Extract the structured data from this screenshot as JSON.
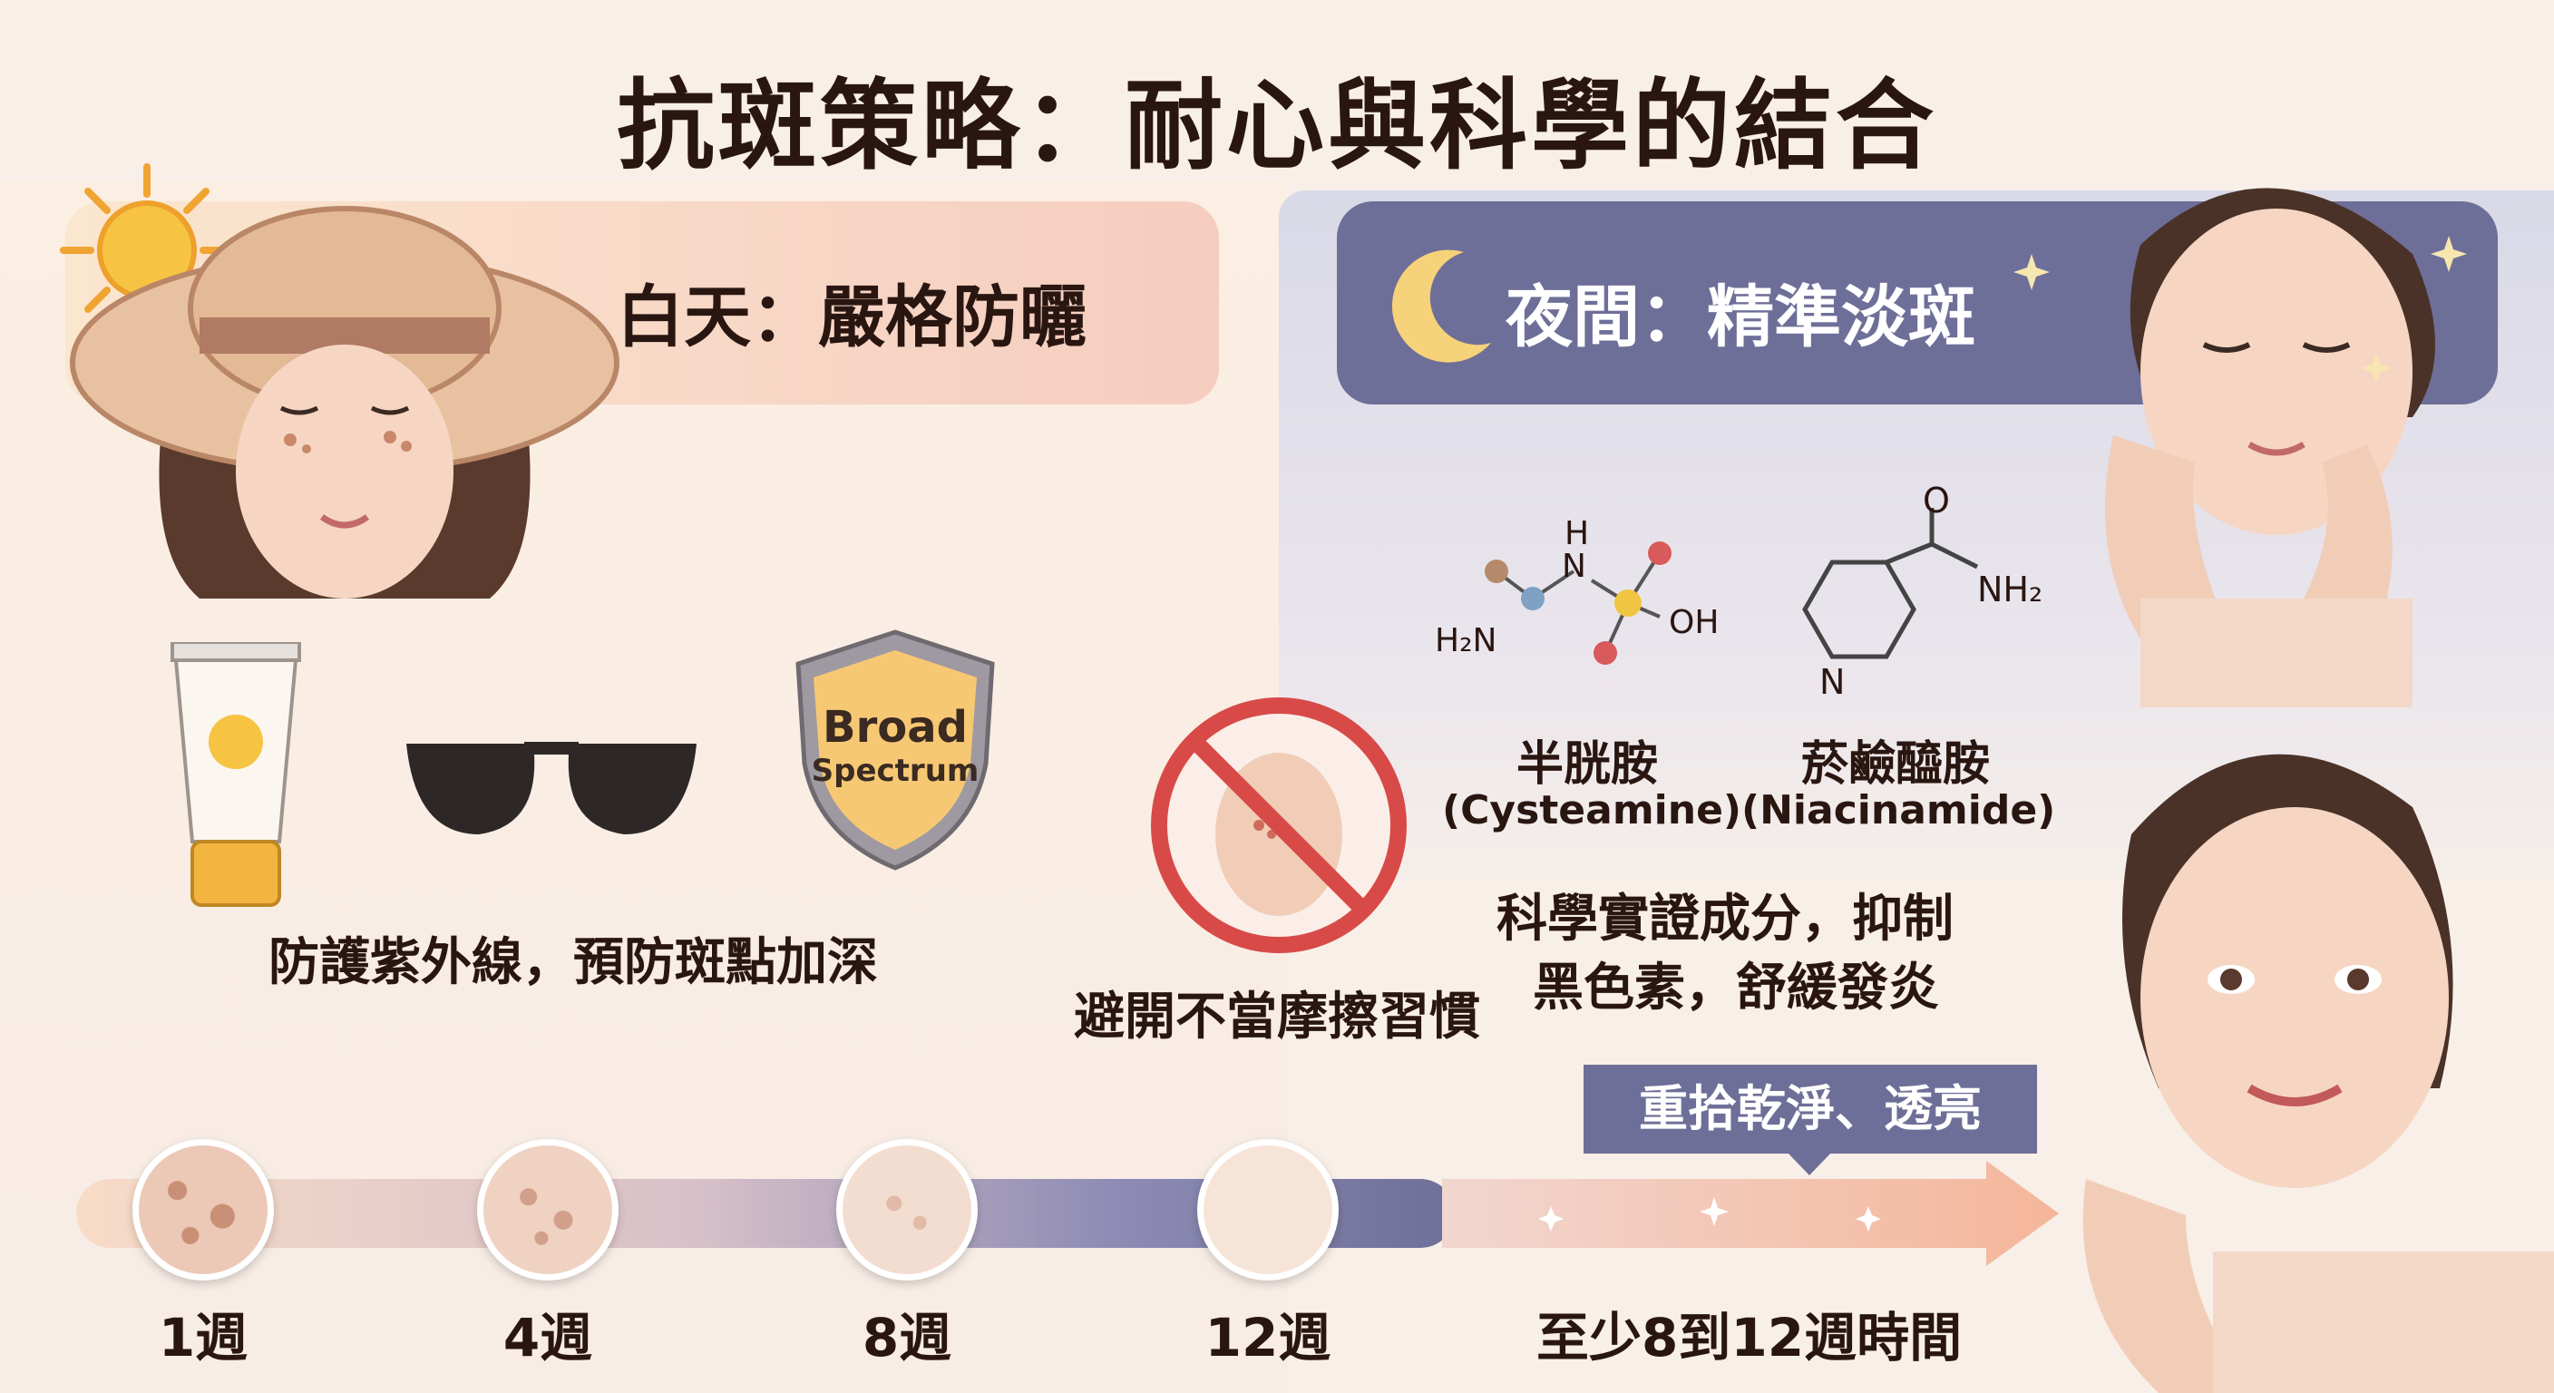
{
  "title": "抗斑策略：耐心與科學的結合",
  "day": {
    "heading": "白天：嚴格防曬",
    "shield_text_1": "Broad",
    "shield_text_2": "Spectrum",
    "caption": "防護紫外線，預防斑點加深"
  },
  "night": {
    "heading": "夜間：精準淡斑",
    "molecule_1": {
      "name": "半胱胺",
      "english": "(Cysteamine)",
      "atoms": {
        "h": "H",
        "n": "N",
        "nh": "H₂N",
        "oh": "OH"
      }
    },
    "molecule_2": {
      "name": "菸鹼醯胺",
      "english": "(Niacinamide)",
      "atoms": {
        "o": "O",
        "nh2": "NH₂",
        "n": "N"
      }
    },
    "caption_line_1": "科學實證成分，抑制",
    "caption_line_2": "黑色素，舒緩發炎"
  },
  "avoid": {
    "caption": "避開不當摩擦習慣"
  },
  "result": {
    "bubble": "重拾乾淨、透亮"
  },
  "timeline": {
    "weeks": [
      "1週",
      "4週",
      "8週",
      "12週"
    ],
    "summary": "至少8到12週時間"
  },
  "colors": {
    "night_purple": "#6e6f98",
    "day_peach": "#f5cdbf",
    "title": "#2a1611",
    "sun": "#f3b73a"
  },
  "icons": [
    "sun-icon",
    "moon-icon",
    "sunscreen-tube-icon",
    "sunglasses-icon",
    "shield-icon",
    "no-touching-icon",
    "sparkle-icon"
  ]
}
